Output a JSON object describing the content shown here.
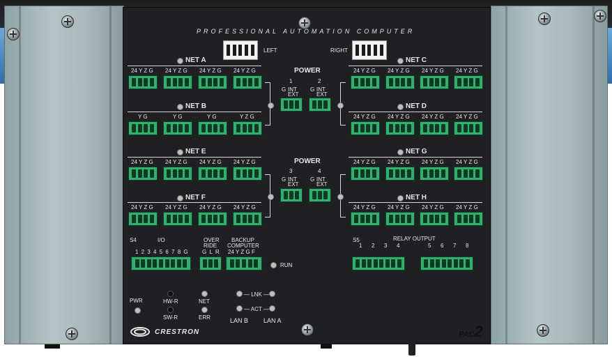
{
  "device": {
    "title": "PROFESSIONAL AUTOMATION COMPUTER",
    "brand": "CRESTRON",
    "model_prefix": "PAC",
    "model_number": "2"
  },
  "dip": {
    "left_label": "LEFT",
    "right_label": "RIGHT"
  },
  "nets": {
    "a": {
      "label": "NET A",
      "pins": [
        "24 Y Z G",
        "24 Y Z G",
        "24 Y Z G",
        "24 Y Z G"
      ]
    },
    "b": {
      "label": "NET B",
      "pins": [
        "Y  G",
        "Y  G",
        "Y  G",
        "Y Z G"
      ]
    },
    "c": {
      "label": "NET C",
      "pins": [
        "24 Y Z G",
        "24 Y Z G",
        "24 Y Z G",
        "24 Y Z G"
      ]
    },
    "d": {
      "label": "NET D",
      "pins": [
        "24 Y Z G",
        "24 Y Z G",
        "24 Y Z G",
        "24 Y Z G"
      ]
    },
    "e": {
      "label": "NET E",
      "pins": [
        "24 Y Z G",
        "24 Y Z G",
        "24 Y Z G",
        "24 Y Z G"
      ]
    },
    "f": {
      "label": "NET F",
      "pins": [
        "24 Y Z G",
        "24 Y Z G",
        "24 Y Z G",
        "24 Y Z G"
      ]
    },
    "g": {
      "label": "NET G",
      "pins": [
        "24 Y Z G",
        "24 Y Z G",
        "24 Y Z G",
        "24 Y Z G"
      ]
    },
    "h": {
      "label": "NET H",
      "pins": [
        "24 Y Z G",
        "24 Y Z G",
        "24 Y Z G",
        "24 Y Z G"
      ]
    }
  },
  "power": {
    "label": "POWER",
    "n1": "1",
    "n2": "2",
    "n3": "3",
    "n4": "4",
    "pin_g": "G",
    "pin_int": "INT",
    "pin_ext": "EXT"
  },
  "io": {
    "s4": "S4",
    "label": "I/O",
    "pins": "1 2 3 4 5 6 7 8 G",
    "override_line1": "OVER",
    "override_line2": "RIDE",
    "override_pins": "G L R",
    "backup_line1": "BACKUP",
    "backup_line2": "COMPUTER",
    "backup_pins": "24 Y Z G F",
    "run": "RUN"
  },
  "relay": {
    "s5": "S5",
    "label": "RELAY OUTPUT",
    "numbers": [
      "1",
      "2",
      "3",
      "4",
      "5",
      "6",
      "7",
      "8"
    ]
  },
  "status": {
    "pwr": "PWR",
    "hwr": "HW-R",
    "swr": "SW-R",
    "net": "NET",
    "err": "ERR",
    "lnk": "— LNK —",
    "act": "— ACT —",
    "lanb": "LAN B",
    "lana": "LAN A"
  }
}
